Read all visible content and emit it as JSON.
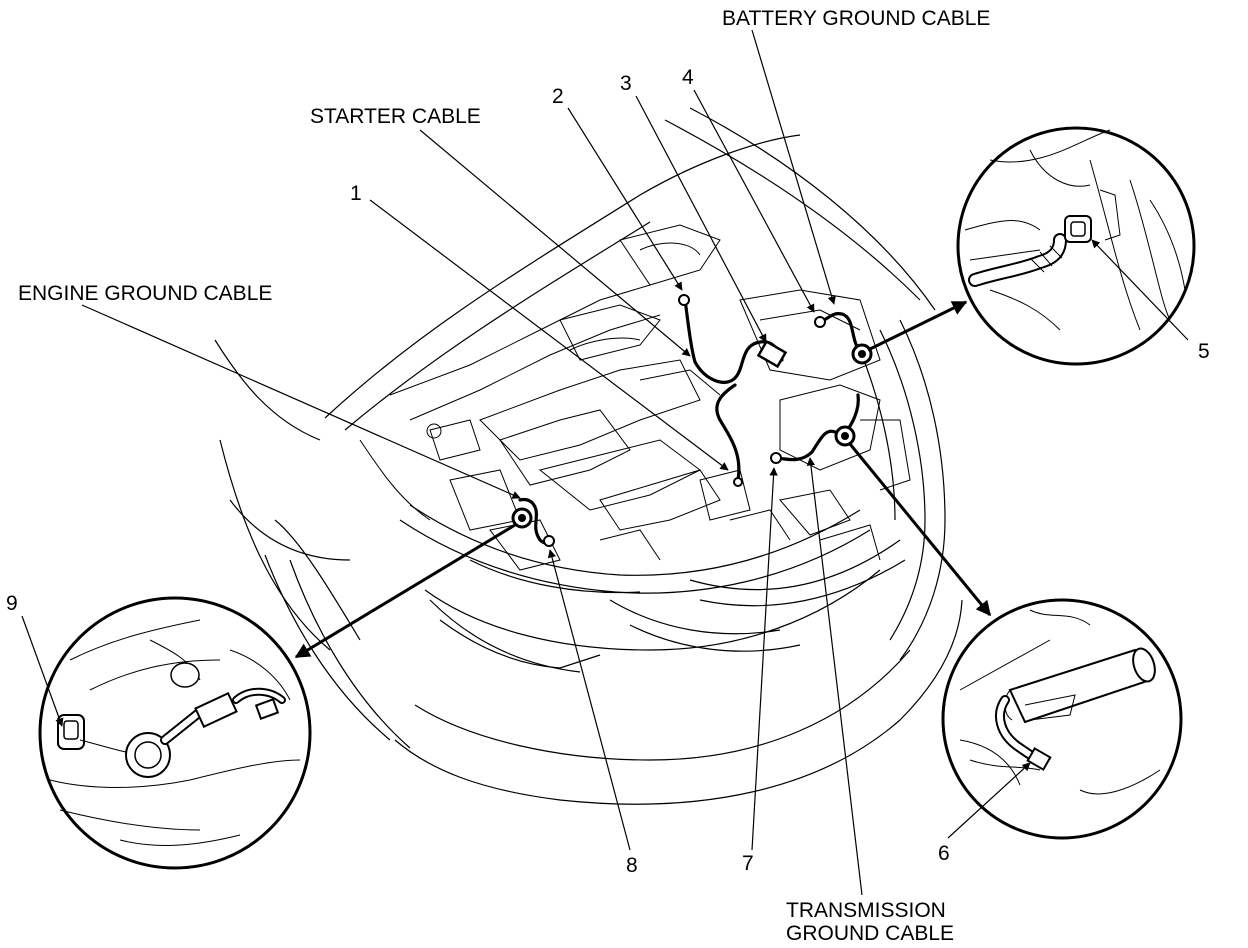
{
  "labels": {
    "battery_ground_cable": "BATTERY GROUND CABLE",
    "starter_cable": "STARTER CABLE",
    "engine_ground_cable": "ENGINE GROUND CABLE",
    "transmission_line1": "TRANSMISSION",
    "transmission_line2": "GROUND CABLE"
  },
  "callouts": [
    "1",
    "2",
    "3",
    "4",
    "5",
    "6",
    "7",
    "8",
    "9"
  ]
}
